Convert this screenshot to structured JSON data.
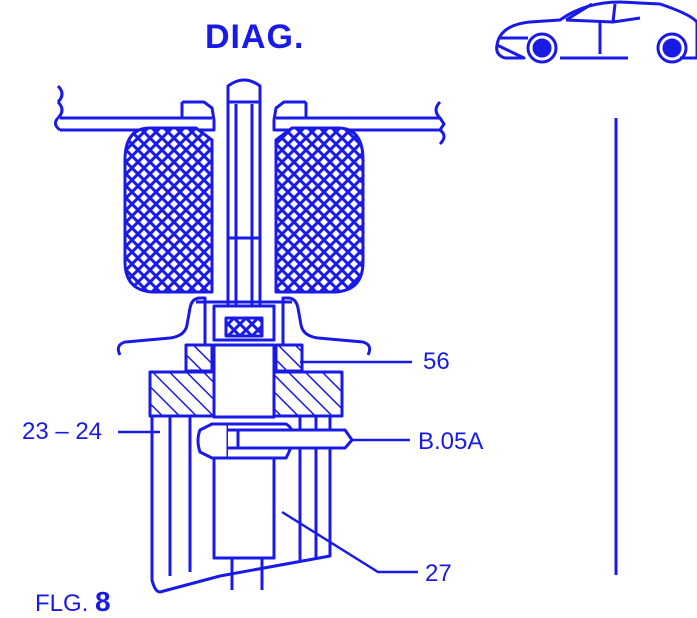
{
  "header": {
    "title": "DIAG."
  },
  "callouts": {
    "c56": "56",
    "c2324": "23 – 24",
    "cb05a": "B.05A",
    "c27": "27"
  },
  "figure": {
    "prefix": "FLG.",
    "number": "8"
  },
  "colors": {
    "ink": "#1a1ae6",
    "background": "#ffffff"
  },
  "icons": {
    "vehicle": "car-side-icon"
  }
}
